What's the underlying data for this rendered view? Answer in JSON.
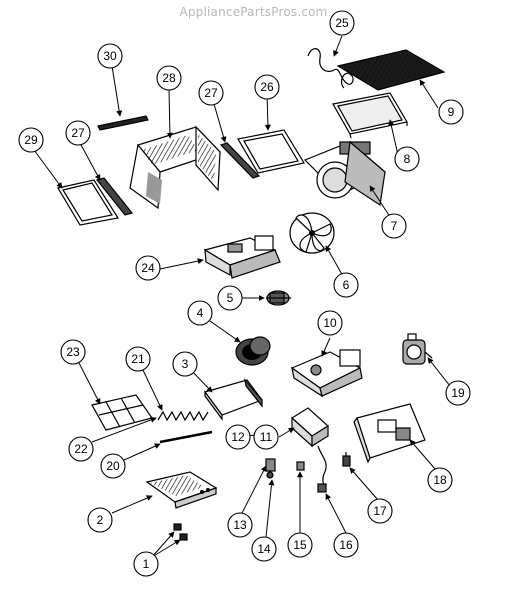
{
  "watermark": "AppliancePartsPros.com",
  "callouts": [
    "1",
    "2",
    "3",
    "4",
    "5",
    "6",
    "7",
    "8",
    "9",
    "10",
    "11",
    "12",
    "13",
    "14",
    "15",
    "16",
    "17",
    "18",
    "19",
    "20",
    "21",
    "22",
    "23",
    "24",
    "25",
    "26",
    "27",
    "27",
    "28",
    "29",
    "30"
  ]
}
